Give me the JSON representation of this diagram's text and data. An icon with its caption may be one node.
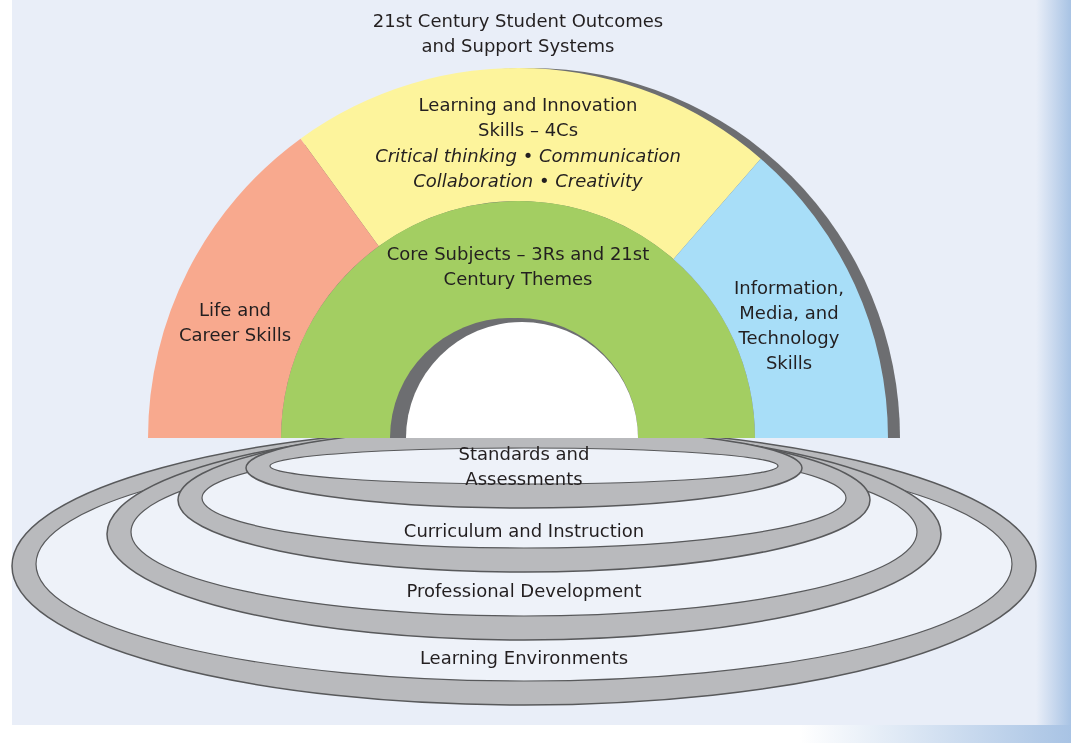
{
  "diagram": {
    "title": "21st Century Student Outcomes and Support Systems",
    "nodes": [
      {
        "text": [
          "Learning and Innovation Skills – 4Cs",
          "Critical thinking • Communication Collaboration • Creativity"
        ]
      },
      {
        "text": [
          "Core Subjects – 3Rs and 21st Century Themes"
        ]
      },
      {
        "text": [
          "Life and Career Skills"
        ]
      },
      {
        "text": [
          "Information, Media, and Technology Skills"
        ]
      },
      {
        "text": [
          "Standards and Assessments"
        ]
      },
      {
        "text": [
          "Curriculum and Instruction"
        ]
      },
      {
        "text": [
          "Professional Development"
        ]
      },
      {
        "text": [
          "Learning Environments"
        ]
      }
    ]
  }
}
